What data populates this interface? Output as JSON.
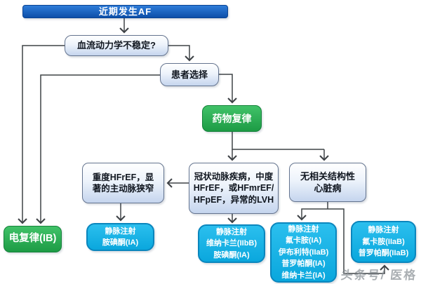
{
  "colors": {
    "banner_top": "#2e7cd9",
    "banner_bottom": "#0c4fa9",
    "green_top": "#41c268",
    "green_bottom": "#1d9b45",
    "cyan_top": "#2bbfee",
    "cyan_bottom": "#0aa7dd",
    "light_bottom": "#c5d5ee",
    "connector": "#3f4347"
  },
  "nodes": {
    "banner": {
      "label": "近期发生AF"
    },
    "hemo": {
      "label": "血流动力学不稳定?"
    },
    "patient": {
      "label": "患者选择"
    },
    "drug": {
      "label": "药物复律"
    },
    "severe": {
      "lines": [
        "重度HFrEF，显",
        "著的主动脉狭窄"
      ]
    },
    "cad": {
      "lines": [
        "冠状动脉疾病，中度",
        "HFrEF，或HFmrEF/",
        "HFpEF，异常的LVH"
      ]
    },
    "nostruct": {
      "lines": [
        "无相关结构性",
        "心脏病"
      ]
    },
    "electro": {
      "label": "电复律(IB)"
    },
    "ivA": {
      "lines": [
        "静脉注射",
        "胺碘酮(IA)"
      ]
    },
    "ivB": {
      "lines": [
        "静脉注射",
        "维纳卡兰(IIbB)",
        "胺碘酮(IA)"
      ]
    },
    "ivC": {
      "lines": [
        "静脉注射",
        "氟卡胺(IA)",
        "伊布利特(IIaB)",
        "普罗帕酮(IA)",
        "维纳卡兰(IA)"
      ]
    },
    "ivD": {
      "lines": [
        "静脉注射",
        "氟卡胺(IIaB)",
        "普罗帕酮(IIaB)"
      ]
    }
  },
  "watermark": "头条号/ 医格"
}
